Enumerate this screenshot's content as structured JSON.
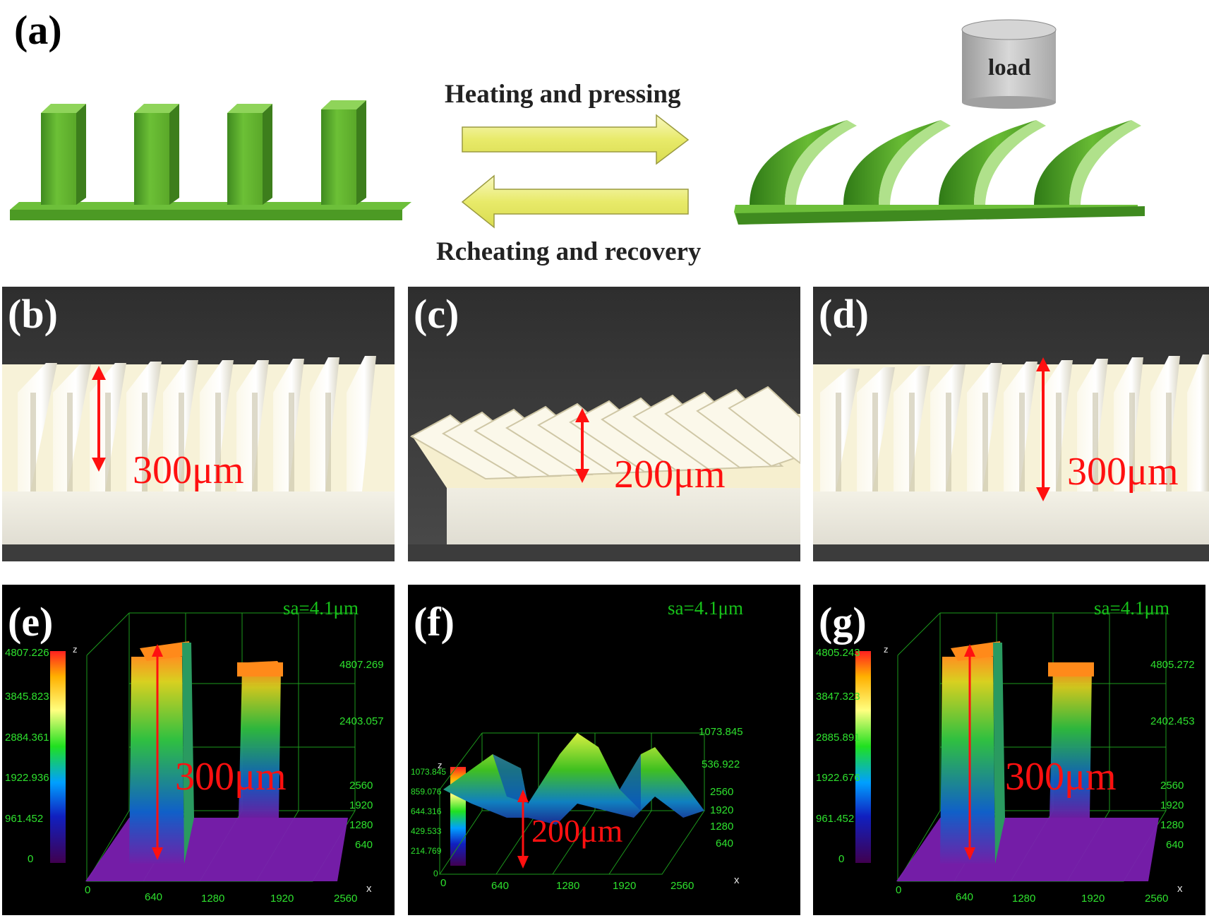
{
  "panel_a": {
    "label": "(a)",
    "load_label": "load",
    "forward_caption": "Heating and pressing",
    "reverse_caption": "Rcheating and recovery"
  },
  "panels_photo": [
    {
      "label": "(b)",
      "height_label": "300μm"
    },
    {
      "label": "(c)",
      "height_label": "200μm"
    },
    {
      "label": "(d)",
      "height_label": "300μm"
    }
  ],
  "panels_profile": [
    {
      "label": "(e)",
      "sa": "sa=4.1μm",
      "height_label": "300μm",
      "colorbar_ticks": [
        "4807.226",
        "3845.823",
        "2884.361",
        "1922.936",
        "961.452",
        "0"
      ],
      "z_right_ticks": [
        "4807.269",
        "2403.057"
      ],
      "y_ticks": [
        "2560",
        "1920",
        "1280",
        "640"
      ],
      "x_ticks": [
        "0",
        "640",
        "1280",
        "1920",
        "2560"
      ]
    },
    {
      "label": "(f)",
      "sa": "sa=4.1μm",
      "height_label": "200μm",
      "colorbar_ticks": [
        "1073.845",
        "859.076",
        "644.316",
        "429.533",
        "214.769",
        "0"
      ],
      "z_right_ticks": [
        "1073.845",
        "536.922"
      ],
      "y_ticks": [
        "2560",
        "1920",
        "1280",
        "640"
      ],
      "x_ticks": [
        "0",
        "640",
        "1280",
        "1920",
        "2560"
      ]
    },
    {
      "label": "(g)",
      "sa": "sa=4.1μm",
      "height_label": "300μm",
      "colorbar_ticks": [
        "4805.243",
        "3847.323",
        "2885.891",
        "1922.676",
        "961.452",
        "0"
      ],
      "z_right_ticks": [
        "4805.272",
        "2402.453"
      ],
      "y_ticks": [
        "2560",
        "1920",
        "1280",
        "640"
      ],
      "x_ticks": [
        "0",
        "640",
        "1280",
        "1920",
        "2560"
      ]
    }
  ],
  "axis_letters": {
    "z": "z",
    "x": "x"
  },
  "colors": {
    "structure_green": "#5aa829",
    "arrow_yellow": "#eef08a",
    "label_red": "#ff1010",
    "plot_text_green": "#2ee12e"
  }
}
